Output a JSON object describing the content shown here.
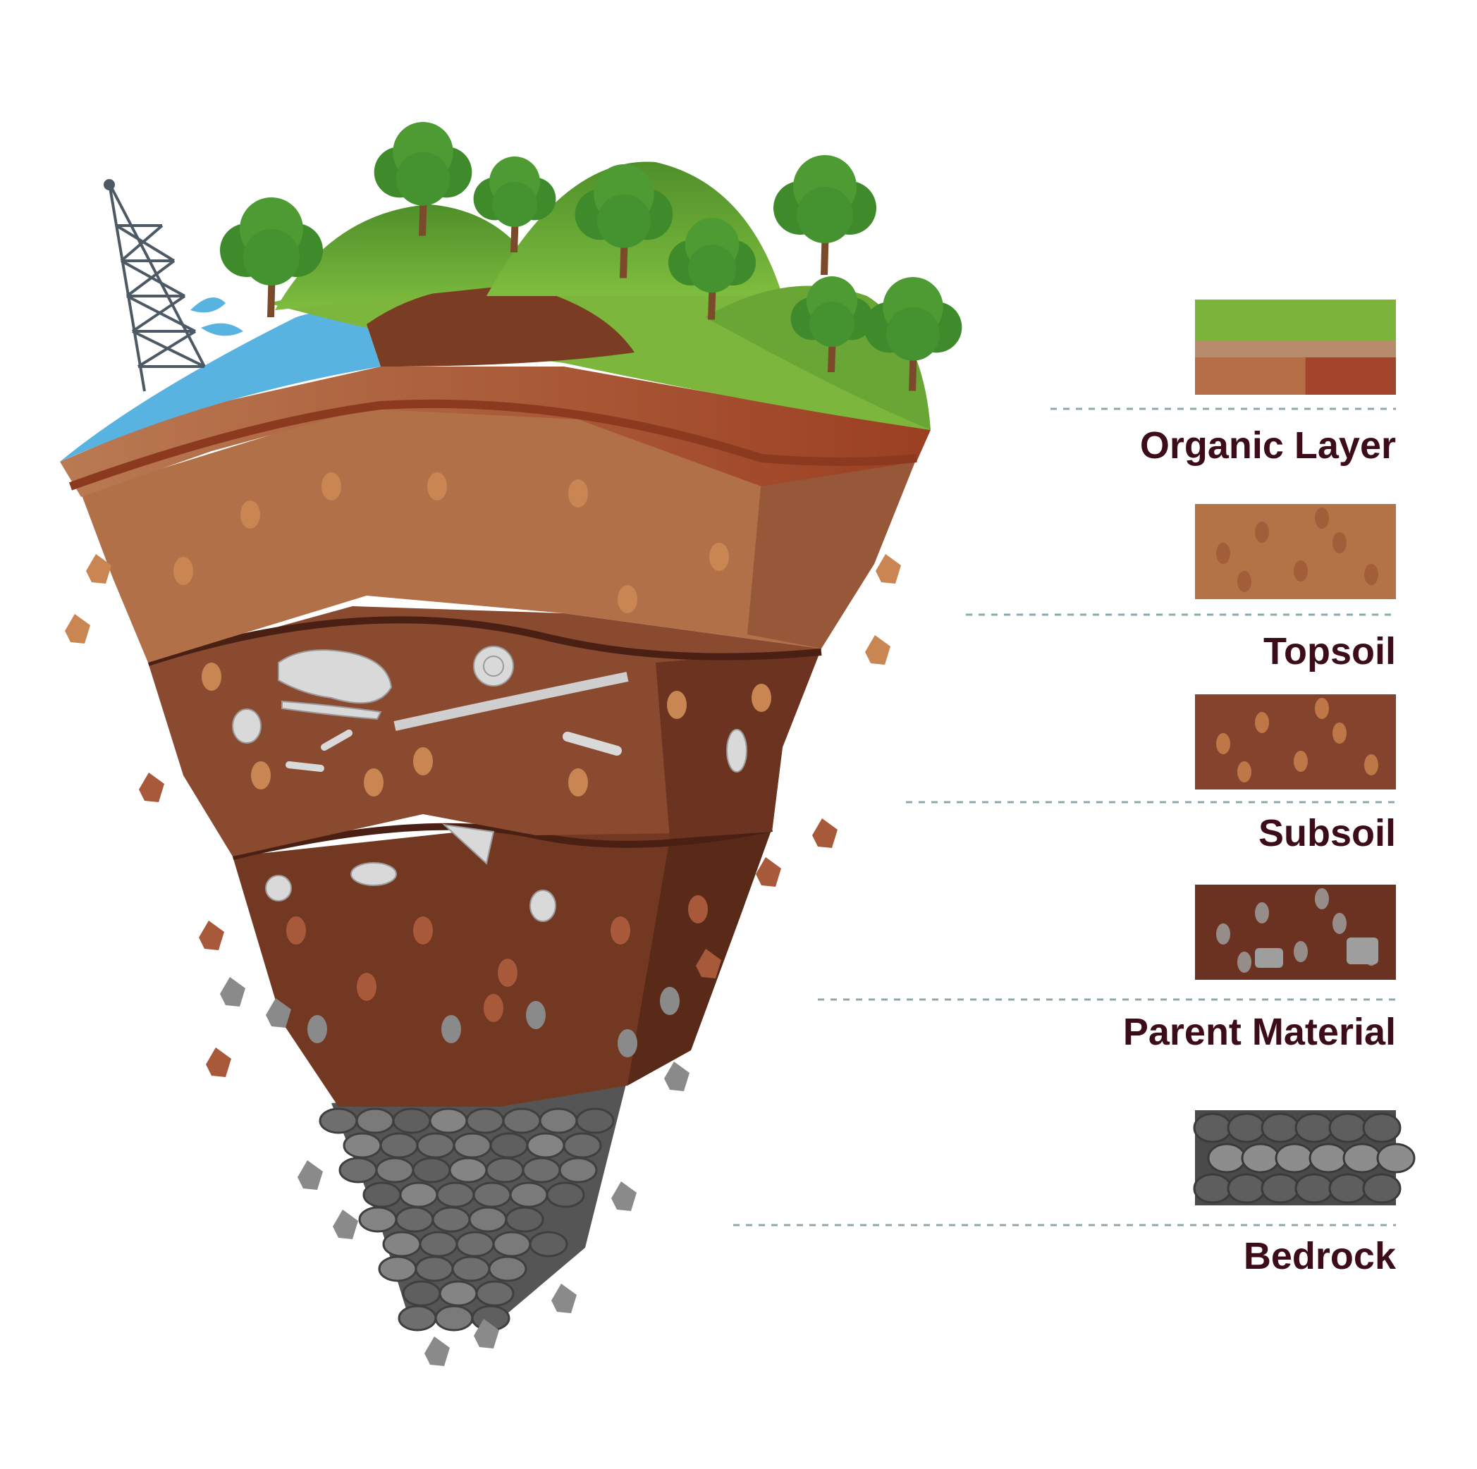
{
  "legend": [
    {
      "id": "organic-layer",
      "label": "Organic Layer",
      "colors": [
        "#7cb33b",
        "#b56d45",
        "#a3452a"
      ]
    },
    {
      "id": "topsoil",
      "label": "Topsoil",
      "colors": [
        "#b47247",
        "#9d5a37"
      ]
    },
    {
      "id": "subsoil",
      "label": "Subsoil",
      "colors": [
        "#84432c",
        "#c9804e"
      ]
    },
    {
      "id": "parent-material",
      "label": "Parent Material",
      "colors": [
        "#6b3221",
        "#9e9e9e"
      ]
    },
    {
      "id": "bedrock",
      "label": "Bedrock",
      "colors": [
        "#5e5e5e",
        "#8d8d8d"
      ]
    }
  ],
  "palette": {
    "grass": "#7db63c",
    "hill": "#5e9a2e",
    "water": "#58b3e0",
    "label": "#3d0c19",
    "divider": "#8fa7ad"
  }
}
